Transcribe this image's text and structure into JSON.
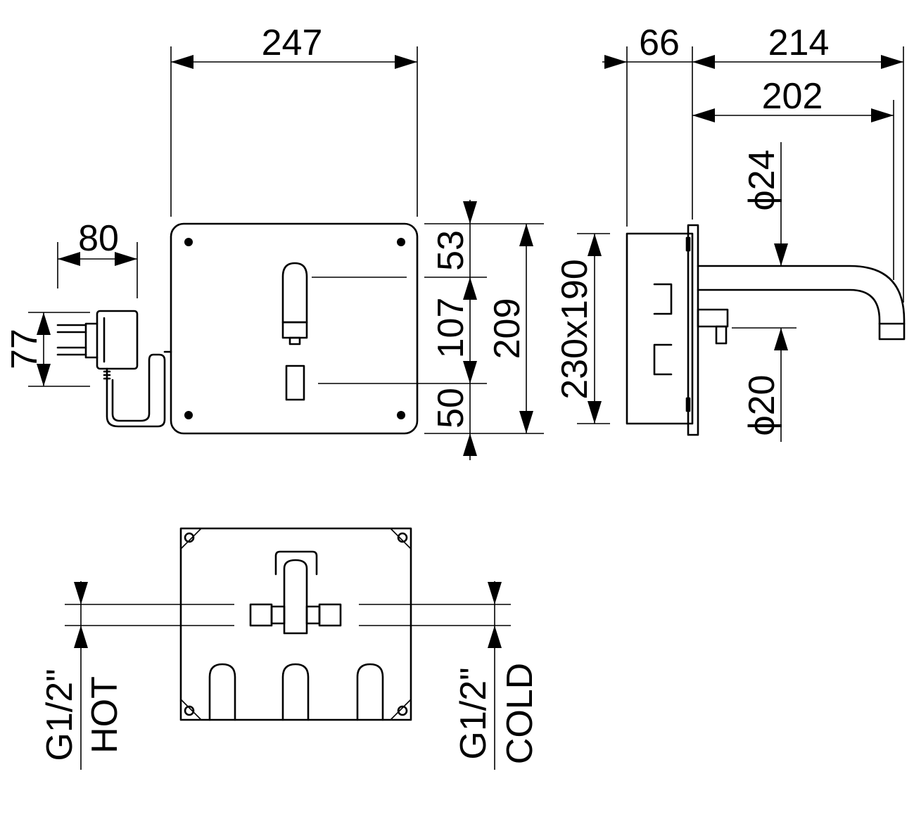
{
  "dimensions": {
    "front_width": "247",
    "adapter_width": "80",
    "adapter_height": "77",
    "upper_section": "53",
    "middle_section": "107",
    "lower_section": "50",
    "total_height": "209",
    "box_size": "230x190",
    "depth": "66",
    "spout_total": "214",
    "spout_reach": "202",
    "spout_diameter": "ϕ24",
    "outlet_diameter": "ϕ20"
  },
  "connections": {
    "left_thread": "G1/2\"",
    "left_label": "HOT",
    "right_thread": "G1/2\"",
    "right_label": "COLD"
  }
}
